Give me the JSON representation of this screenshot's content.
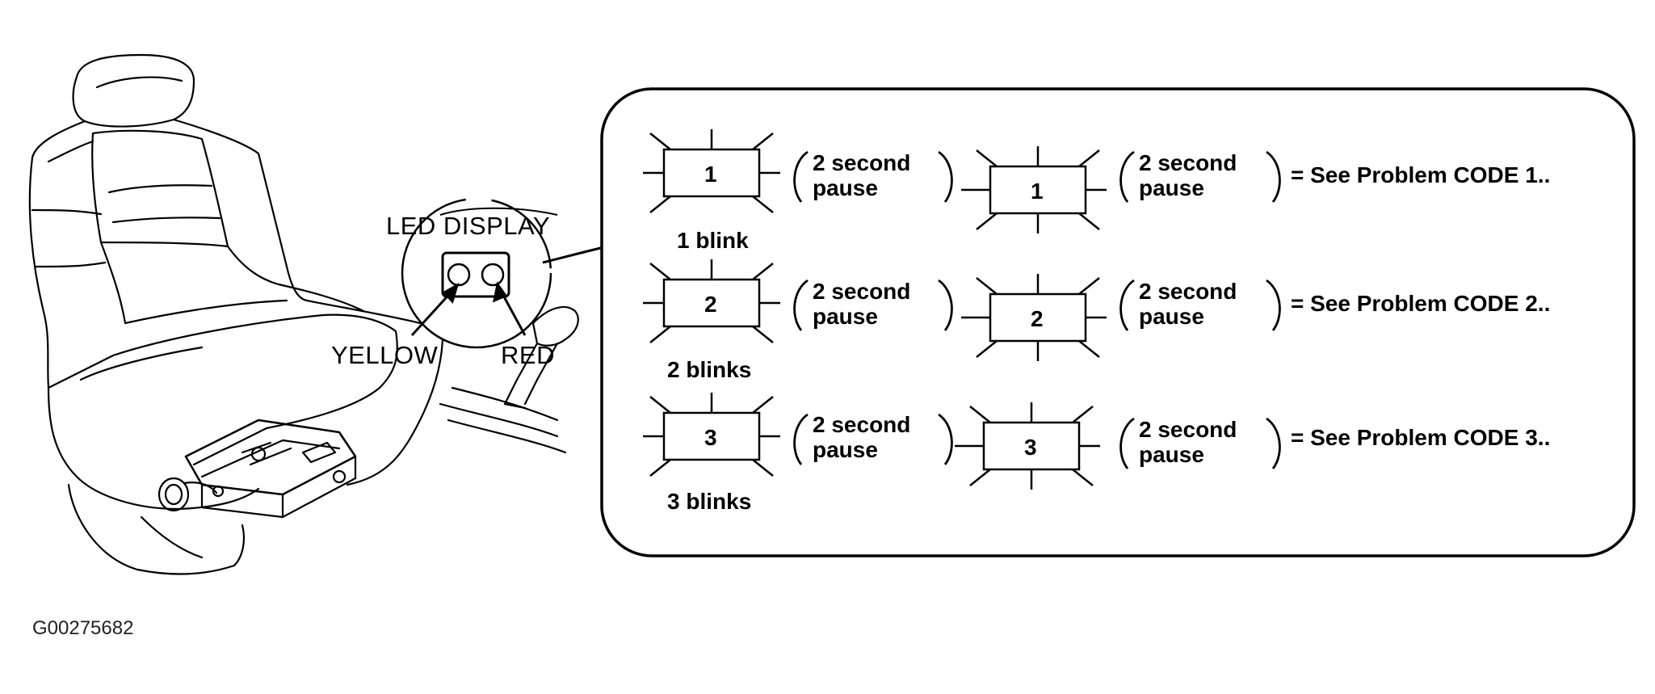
{
  "figure_id": "G00275682",
  "led_display": {
    "label": "LED DISPLAY",
    "left_light_label": "YELLOW",
    "right_light_label": "RED"
  },
  "codes": [
    {
      "digit": "1",
      "blinks_label": "1 blink",
      "pause_a_line1": "2 second",
      "pause_a_line2": "pause",
      "pause_b_line1": "2 second",
      "pause_b_line2": "pause",
      "result": "= See Problem CODE 1.."
    },
    {
      "digit": "2",
      "blinks_label": "2 blinks",
      "pause_a_line1": "2 second",
      "pause_a_line2": "pause",
      "pause_b_line1": "2 second",
      "pause_b_line2": "pause",
      "result": "= See Problem CODE 2.."
    },
    {
      "digit": "3",
      "blinks_label": "3 blinks",
      "pause_a_line1": "2 second",
      "pause_a_line2": "pause",
      "pause_b_line1": "2 second",
      "pause_b_line2": "pause",
      "result": "= See Problem CODE 3.."
    }
  ]
}
